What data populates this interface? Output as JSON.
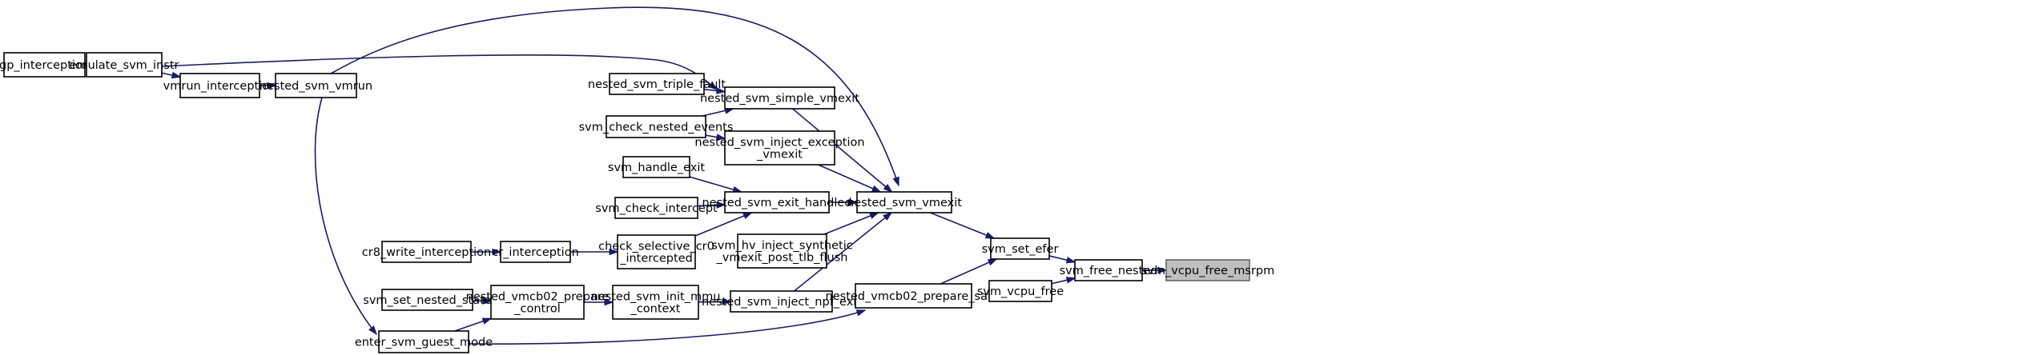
{
  "graph": {
    "nodes": {
      "gp_interception": {
        "lines": [
          "gp_interception"
        ]
      },
      "emulate_svm_instr": {
        "lines": [
          "emulate_svm_instr"
        ]
      },
      "vmrun_interception": {
        "lines": [
          "vmrun_interception"
        ]
      },
      "nested_svm_vmrun": {
        "lines": [
          "nested_svm_vmrun"
        ]
      },
      "nested_svm_triple_fault": {
        "lines": [
          "nested_svm_triple_fault"
        ]
      },
      "svm_check_nested_events": {
        "lines": [
          "svm_check_nested_events"
        ]
      },
      "nested_svm_simple_vmexit": {
        "lines": [
          "nested_svm_simple_vmexit"
        ]
      },
      "nested_svm_inject_exception_vmexit": {
        "lines": [
          "nested_svm_inject_exception",
          "_vmexit"
        ]
      },
      "svm_handle_exit": {
        "lines": [
          "svm_handle_exit"
        ]
      },
      "svm_check_intercept": {
        "lines": [
          "svm_check_intercept"
        ]
      },
      "nested_svm_exit_handled": {
        "lines": [
          "nested_svm_exit_handled"
        ]
      },
      "cr8_write_interception": {
        "lines": [
          "cr8_write_interception"
        ]
      },
      "cr_interception": {
        "lines": [
          "cr_interception"
        ]
      },
      "check_selective_cr0_intercepted": {
        "lines": [
          "check_selective_cr0",
          "_intercepted"
        ]
      },
      "svm_hv_inject_synthetic_vmexit_post_tlb_flush": {
        "lines": [
          "svm_hv_inject_synthetic",
          "_vmexit_post_tlb_flush"
        ]
      },
      "svm_set_nested_state": {
        "lines": [
          "svm_set_nested_state"
        ]
      },
      "nested_vmcb02_prepare_control": {
        "lines": [
          "nested_vmcb02_prepare",
          "_control"
        ]
      },
      "nested_svm_init_mmu_context": {
        "lines": [
          "nested_svm_init_mmu",
          "_context"
        ]
      },
      "nested_svm_inject_npf_exit": {
        "lines": [
          "nested_svm_inject_npf_exit"
        ]
      },
      "enter_svm_guest_mode": {
        "lines": [
          "enter_svm_guest_mode"
        ]
      },
      "nested_vmcb02_prepare_save": {
        "lines": [
          "nested_vmcb02_prepare_save"
        ]
      },
      "nested_svm_vmexit": {
        "lines": [
          "nested_svm_vmexit"
        ]
      },
      "svm_set_efer": {
        "lines": [
          "svm_set_efer"
        ]
      },
      "svm_vcpu_free": {
        "lines": [
          "svm_vcpu_free"
        ]
      },
      "svm_free_nested": {
        "lines": [
          "svm_free_nested"
        ]
      },
      "svm_vcpu_free_msrpm": {
        "lines": [
          "svm_vcpu_free_msrpm"
        ]
      }
    },
    "highlighted_node": "svm_vcpu_free_msrpm",
    "edges": [
      [
        "gp_interception",
        "emulate_svm_instr"
      ],
      [
        "emulate_svm_instr",
        "vmrun_interception"
      ],
      [
        "emulate_svm_instr",
        "nested_svm_simple_vmexit"
      ],
      [
        "vmrun_interception",
        "nested_svm_vmrun"
      ],
      [
        "nested_svm_vmrun",
        "nested_svm_vmexit"
      ],
      [
        "nested_svm_vmrun",
        "enter_svm_guest_mode"
      ],
      [
        "nested_svm_triple_fault",
        "nested_svm_simple_vmexit"
      ],
      [
        "svm_check_nested_events",
        "nested_svm_simple_vmexit"
      ],
      [
        "svm_check_nested_events",
        "nested_svm_inject_exception_vmexit"
      ],
      [
        "nested_svm_simple_vmexit",
        "nested_svm_vmexit"
      ],
      [
        "nested_svm_inject_exception_vmexit",
        "nested_svm_vmexit"
      ],
      [
        "svm_handle_exit",
        "nested_svm_exit_handled"
      ],
      [
        "svm_check_intercept",
        "nested_svm_exit_handled"
      ],
      [
        "check_selective_cr0_intercepted",
        "nested_svm_exit_handled"
      ],
      [
        "nested_svm_exit_handled",
        "nested_svm_vmexit"
      ],
      [
        "cr8_write_interception",
        "cr_interception"
      ],
      [
        "cr_interception",
        "check_selective_cr0_intercepted"
      ],
      [
        "svm_hv_inject_synthetic_vmexit_post_tlb_flush",
        "nested_svm_vmexit"
      ],
      [
        "nested_svm_inject_npf_exit",
        "nested_svm_vmexit"
      ],
      [
        "svm_set_nested_state",
        "nested_vmcb02_prepare_control"
      ],
      [
        "enter_svm_guest_mode",
        "nested_vmcb02_prepare_control"
      ],
      [
        "enter_svm_guest_mode",
        "nested_vmcb02_prepare_save"
      ],
      [
        "nested_vmcb02_prepare_control",
        "nested_svm_init_mmu_context"
      ],
      [
        "nested_svm_init_mmu_context",
        "nested_svm_inject_npf_exit"
      ],
      [
        "nested_svm_vmexit",
        "svm_set_efer"
      ],
      [
        "nested_vmcb02_prepare_save",
        "svm_set_efer"
      ],
      [
        "svm_set_efer",
        "svm_free_nested"
      ],
      [
        "svm_vcpu_free",
        "svm_free_nested"
      ],
      [
        "svm_free_nested",
        "svm_vcpu_free_msrpm"
      ]
    ]
  },
  "colors": {
    "edge": "#191970",
    "node_border": "#000000",
    "node_fill": "#ffffff",
    "highlight_fill": "#bfbfbf",
    "highlight_border": "#666666"
  }
}
